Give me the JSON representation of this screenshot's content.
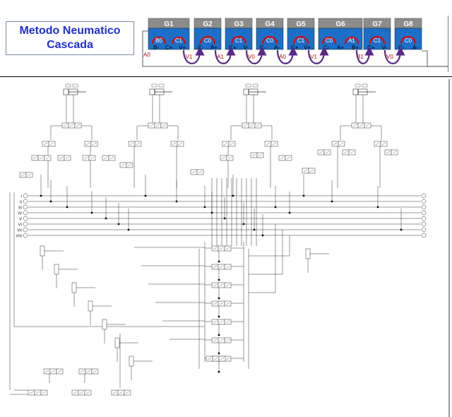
{
  "title": {
    "line1": "Metodo Neumatico",
    "line2": "Cascada"
  },
  "groups": [
    {
      "label": "G1",
      "a": "B0",
      "b": "C1",
      "c": "B-",
      "d": "C+",
      "e": "V+"
    },
    {
      "label": "G2",
      "a": "C0",
      "c": "C-",
      "d": "A+"
    },
    {
      "label": "G3",
      "a": "C1",
      "c": "C+",
      "d": "V-"
    },
    {
      "label": "G4",
      "a": "C0",
      "c": "C-",
      "d": "A-"
    },
    {
      "label": "G5",
      "a": "C1",
      "c": "C+",
      "d": "V+"
    },
    {
      "label": "G6",
      "a": "C0",
      "b": "A1",
      "c": "C-",
      "d": "A+",
      "e": "B+"
    },
    {
      "label": "G7",
      "a": "C1",
      "c": "C+",
      "d": "V-"
    },
    {
      "label": "G8",
      "a": "C0",
      "c": "C-",
      "d": "A-"
    }
  ],
  "transitions": [
    "V1",
    "A1",
    "V0",
    "A0",
    "V1",
    "B1",
    "V0"
  ],
  "return_label": "A0",
  "line_labels": [
    "I",
    "II",
    "III",
    "IV",
    "V",
    "VI",
    "VII",
    "VIII"
  ],
  "colors": {
    "title": "#1f2fd6",
    "header": "#8c8c8c",
    "panel": "#1b6fc9",
    "arc": "#d01010",
    "arrow": "#5a2a8a",
    "tag": "#b01010"
  }
}
